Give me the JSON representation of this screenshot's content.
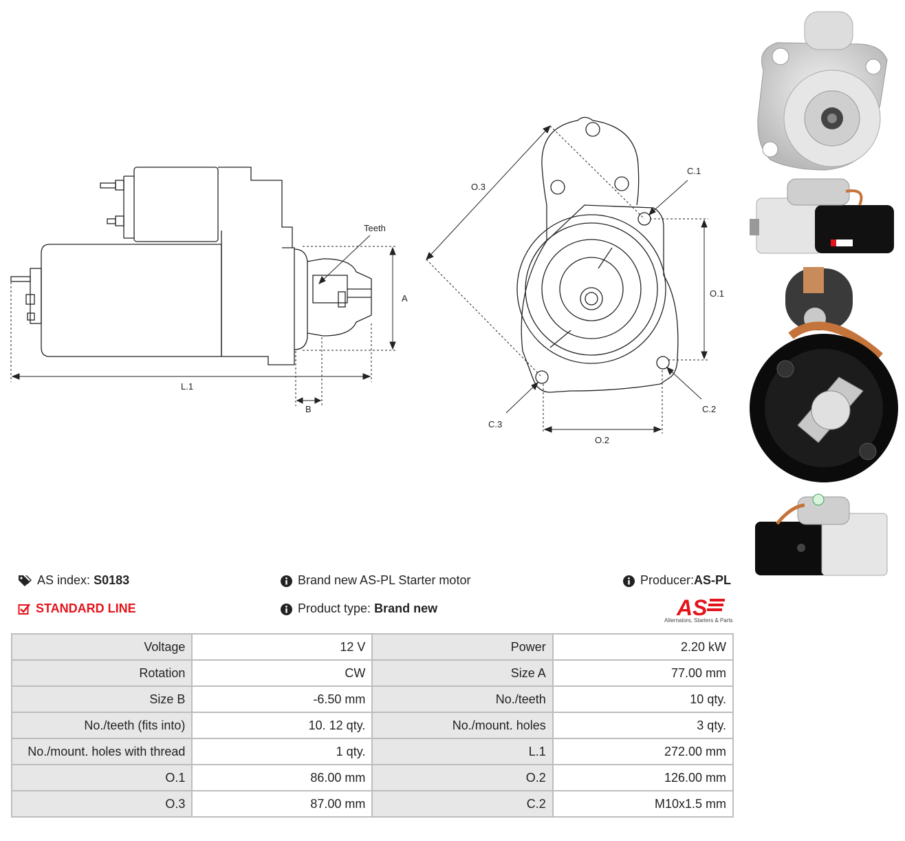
{
  "drawing_labels": {
    "teeth": "Teeth",
    "a": "A",
    "b": "B",
    "l1": "L.1",
    "o1": "O.1",
    "o2": "O.2",
    "o3": "O.3",
    "c1": "C.1",
    "c2": "C.2",
    "c3": "C.3"
  },
  "info": {
    "as_index_label": "AS index:",
    "as_index_value": "S0183",
    "line": "STANDARD LINE",
    "description": "Brand new AS-PL Starter motor",
    "product_type_label": "Product type:",
    "product_type_value": "Brand new",
    "producer_label": "Producer:",
    "producer_value": "AS-PL"
  },
  "logo": {
    "text": "AS",
    "tagline": "Alternators, Starters & Parts",
    "color": "#e3141b"
  },
  "icons": [
    "tag-icon",
    "check-square-icon",
    "info-icon"
  ],
  "specs": [
    {
      "k1": "Voltage",
      "v1": "12 V",
      "k2": "Power",
      "v2": "2.20 kW"
    },
    {
      "k1": "Rotation",
      "v1": "CW",
      "k2": "Size A",
      "v2": "77.00 mm"
    },
    {
      "k1": "Size B",
      "v1": "-6.50 mm",
      "k2": "No./teeth",
      "v2": "10 qty."
    },
    {
      "k1": "No./teeth (fits into)",
      "v1": "10. 12 qty.",
      "k2": "No./mount. holes",
      "v2": "3 qty."
    },
    {
      "k1": "No./mount. holes with thread",
      "v1": "1 qty.",
      "k2": "L.1",
      "v2": "272.00 mm"
    },
    {
      "k1": "O.1",
      "v1": "86.00 mm",
      "k2": "O.2",
      "v2": "126.00 mm"
    },
    {
      "k1": "O.3",
      "v1": "87.00 mm",
      "k2": "C.2",
      "v2": "M10x1.5 mm"
    }
  ]
}
